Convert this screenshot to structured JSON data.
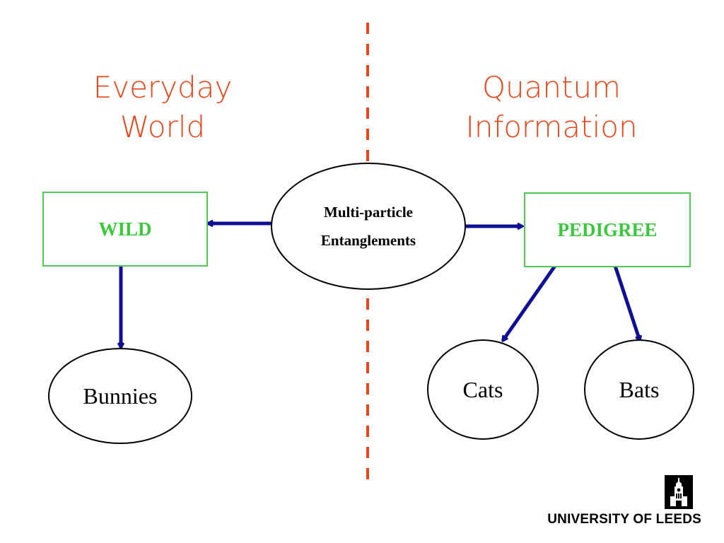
{
  "headings": {
    "left": [
      "Everyday",
      "World"
    ],
    "right": [
      "Quantum",
      "Information"
    ]
  },
  "nodes": {
    "center": [
      "Multi-particle",
      "Entanglements"
    ],
    "wild": "WILD",
    "pedigree": "PEDIGREE",
    "bunnies": "Bunnies",
    "cats": "Cats",
    "bats": "Bats"
  },
  "logo": {
    "text": "UNIVERSITY OF LEEDS",
    "icon": "leeds-parkinson-tower-icon"
  },
  "colors": {
    "heading": "#e8471a",
    "divider": "#e8471a",
    "arrow": "#0f0f96",
    "box_border": "#4ccc52",
    "box_text": "#3cc83c"
  }
}
